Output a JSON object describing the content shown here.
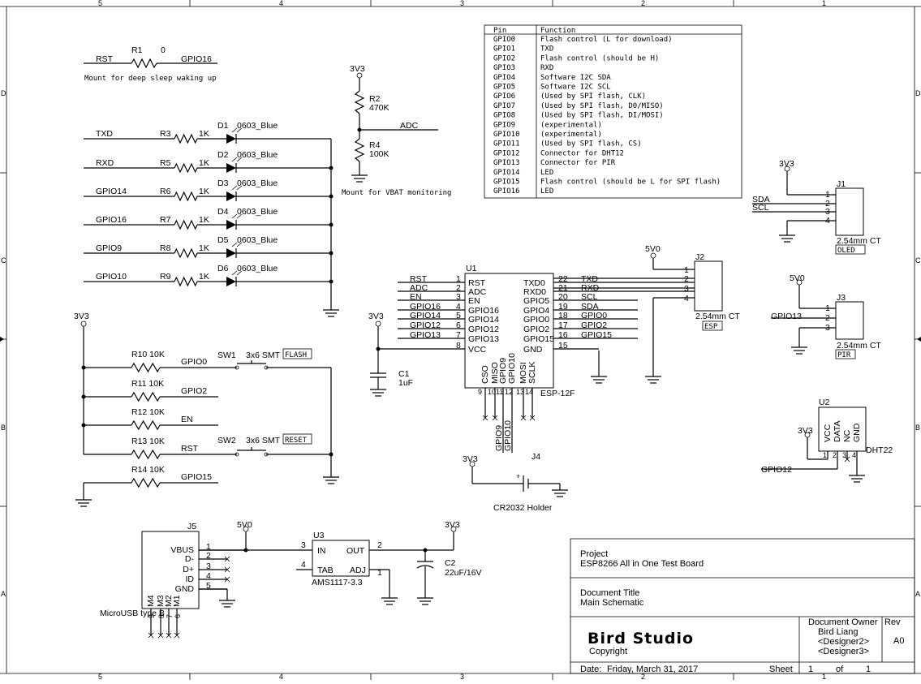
{
  "border": {
    "columns_top": [
      "5",
      "4",
      "3",
      "2",
      "1"
    ],
    "columns_bottom": [
      "5",
      "4",
      "3",
      "2",
      "1"
    ],
    "rows_left": [
      "D",
      "C",
      "B",
      "A"
    ],
    "rows_right": [
      "D",
      "C",
      "B",
      "A"
    ]
  },
  "pin_table": {
    "headers": [
      "Pin",
      "Function"
    ],
    "rows": [
      [
        "GPIO0",
        "Flash control (L for download)"
      ],
      [
        "GPIO1",
        "TXD"
      ],
      [
        "GPIO2",
        "Flash control (should be H)"
      ],
      [
        "GPIO3",
        "RXD"
      ],
      [
        "GPIO4",
        "Software I2C SDA"
      ],
      [
        "GPIO5",
        "Software I2C SCL"
      ],
      [
        "GPIO6",
        "(Used by SPI flash, CLK)"
      ],
      [
        "GPIO7",
        "(Used by SPI flash, D0/MISO)"
      ],
      [
        "GPIO8",
        "(Used by SPI flash, DI/MOSI)"
      ],
      [
        "GPIO9",
        "(experimental)"
      ],
      [
        "GPIO10",
        "(experimental)"
      ],
      [
        "GPIO11",
        "(Used by SPI flash, CS)"
      ],
      [
        "GPIO12",
        "Connector for DHT12"
      ],
      [
        "GPIO13",
        "Connector for PIR"
      ],
      [
        "GPIO14",
        "LED"
      ],
      [
        "GPIO15",
        "Flash control (should be L for SPI flash)"
      ],
      [
        "GPIO16",
        "LED"
      ]
    ]
  },
  "r1": {
    "net_left": "RST",
    "ref": "R1",
    "value": "0",
    "net_right": "GPIO16",
    "note": "Mount for deep sleep waking up"
  },
  "vbat": {
    "supply": "3V3",
    "r_top_ref": "R2",
    "r_top_val": "470K",
    "r_bot_ref": "R4",
    "r_bot_val": "100K",
    "net": "ADC",
    "note": "Mount for VBAT monitoring"
  },
  "leds": [
    {
      "net": "TXD",
      "res": "R3",
      "val": "1K",
      "ref": "D1",
      "part": "0603_Blue"
    },
    {
      "net": "RXD",
      "res": "R5",
      "val": "1K",
      "ref": "D2",
      "part": "0603_Blue"
    },
    {
      "net": "GPIO14",
      "res": "R6",
      "val": "1K",
      "ref": "D3",
      "part": "0603_Blue"
    },
    {
      "net": "GPIO16",
      "res": "R7",
      "val": "1K",
      "ref": "D4",
      "part": "0603_Blue"
    },
    {
      "net": "GPIO9",
      "res": "R8",
      "val": "1K",
      "ref": "D5",
      "part": "0603_Blue"
    },
    {
      "net": "GPIO10",
      "res": "R9",
      "val": "1K",
      "ref": "D6",
      "part": "0603_Blue"
    }
  ],
  "pullups": {
    "supply": "3V3",
    "rows": [
      {
        "ref": "R10 10K",
        "net": "GPIO0"
      },
      {
        "ref": "R11 10K",
        "net": "GPIO2"
      },
      {
        "ref": "R12 10K",
        "net": "EN"
      },
      {
        "ref": "R13 10K",
        "net": "RST"
      },
      {
        "ref": "R14 10K",
        "net": "GPIO15"
      }
    ],
    "sw1": {
      "ref": "SW1",
      "part": "3x6 SMT",
      "label": "FLASH"
    },
    "sw2": {
      "ref": "SW2",
      "part": "3x6 SMT",
      "label": "RESET"
    }
  },
  "u1": {
    "ref": "U1",
    "part": "ESP-12F",
    "left_pins": [
      {
        "num": "1",
        "name": "RST",
        "net": "RST"
      },
      {
        "num": "2",
        "name": "ADC",
        "net": "ADC"
      },
      {
        "num": "3",
        "name": "EN",
        "net": "EN"
      },
      {
        "num": "4",
        "name": "GPIO16",
        "net": "GPIO16"
      },
      {
        "num": "5",
        "name": "GPIO14",
        "net": "GPIO14"
      },
      {
        "num": "6",
        "name": "GPIO12",
        "net": "GPIO12"
      },
      {
        "num": "7",
        "name": "GPIO13",
        "net": "GPIO13"
      },
      {
        "num": "8",
        "name": "VCC",
        "net": ""
      }
    ],
    "right_pins": [
      {
        "num": "22",
        "name": "TXD0",
        "net": "TXD"
      },
      {
        "num": "21",
        "name": "RXD0",
        "net": "RXD"
      },
      {
        "num": "20",
        "name": "GPIO5",
        "net": "SCL"
      },
      {
        "num": "19",
        "name": "GPIO4",
        "net": "SDA"
      },
      {
        "num": "18",
        "name": "GPIO0",
        "net": "GPIO0"
      },
      {
        "num": "17",
        "name": "GPIO2",
        "net": "GPIO2"
      },
      {
        "num": "16",
        "name": "GPIO15",
        "net": "GPIO15"
      },
      {
        "num": "15",
        "name": "GND",
        "net": ""
      }
    ],
    "bottom_pins": [
      {
        "num": "9",
        "name": "CSO"
      },
      {
        "num": "10",
        "name": "MISO"
      },
      {
        "num": "11",
        "name": "GPIO9"
      },
      {
        "num": "12",
        "name": "GPIO10"
      },
      {
        "num": "13",
        "name": "MOSI"
      },
      {
        "num": "14",
        "name": "SCLK"
      }
    ],
    "bottom_nets": [
      "GPIO9",
      "GPIO10"
    ],
    "supply": "3V3",
    "cap_ref": "C1",
    "cap_val": "1uF"
  },
  "j1": {
    "ref": "J1",
    "supply": "3V3",
    "nets": [
      "SDA",
      "SCL"
    ],
    "pins": [
      "1",
      "2",
      "3",
      "4"
    ],
    "part": "2.54mm CT",
    "label": "OLED"
  },
  "j2": {
    "ref": "J2",
    "supply": "5V0",
    "pins": [
      "1",
      "2",
      "3",
      "4"
    ],
    "part": "2.54mm CT",
    "label": "ESP"
  },
  "j3": {
    "ref": "J3",
    "supply": "5V0",
    "net": "GPIO13",
    "pins": [
      "1",
      "2",
      "3"
    ],
    "part": "2.54mm CT",
    "label": "PIR"
  },
  "u2": {
    "ref": "U2",
    "part": "DHT22",
    "supply": "3V3",
    "net": "GPIO12",
    "pin_names": [
      "VCC",
      "DATA",
      "NC",
      "GND"
    ],
    "pin_nums": [
      "1",
      "2",
      "3",
      "4"
    ]
  },
  "j4": {
    "ref": "J4",
    "supply": "3V3",
    "part": "CR2032 Holder",
    "plus": "+"
  },
  "j5": {
    "ref": "J5",
    "part": "MicroUSB type B",
    "pins": [
      {
        "num": "1",
        "name": "VBUS"
      },
      {
        "num": "2",
        "name": "D-"
      },
      {
        "num": "3",
        "name": "D+"
      },
      {
        "num": "4",
        "name": "ID"
      },
      {
        "num": "5",
        "name": "GND"
      }
    ],
    "mount": [
      "M4",
      "M3",
      "M2",
      "M1"
    ],
    "mount_nums": [
      "9",
      "8",
      "7",
      "6"
    ]
  },
  "u3": {
    "ref": "U3",
    "part": "AMS1117-3.3",
    "in": "IN",
    "out": "OUT",
    "tab": "TAB",
    "adj": "ADJ",
    "pin_in": "3",
    "pin_out": "2",
    "pin_tab": "4",
    "pin_adj": "1",
    "in_supply": "5V0",
    "out_supply": "3V3",
    "cap_ref": "C2",
    "cap_val": "22uF/16V"
  },
  "title_block": {
    "project_label": "Project",
    "project": "ESP8266 All in One Test Board",
    "doc_title_label": "Document  Title",
    "doc_title": "Main Schematic",
    "logo": "Bird   Studio",
    "copyright": "Copyright",
    "owner_label": "Document  Owner",
    "owners": [
      "Bird Liang",
      "<Designer2>",
      "<Designer3>"
    ],
    "rev_label": "Rev",
    "rev": "A0",
    "date_label": "Date:",
    "date": "Friday, March 31, 2017",
    "sheet_label": "Sheet",
    "sheet_num": "1",
    "of_label": "of",
    "sheet_total": "1"
  }
}
